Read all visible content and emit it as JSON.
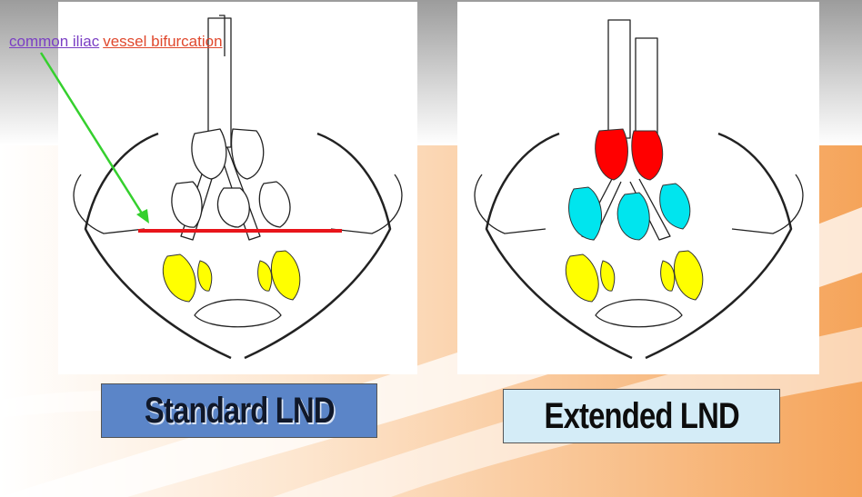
{
  "annotation": {
    "part1": "common iliac",
    "part2": "vessel bifurcation"
  },
  "labels": {
    "standard": "Standard LND",
    "extended": "Extended LND"
  },
  "colors": {
    "template_line": "#e8141a",
    "arrow": "#35d02e",
    "nodes_standard": "#ffff00",
    "nodes_extended_common_iliac": "#ff0000",
    "nodes_extended_mid": "#00e5ee",
    "nodes_extended_pelvic": "#ffff00"
  }
}
